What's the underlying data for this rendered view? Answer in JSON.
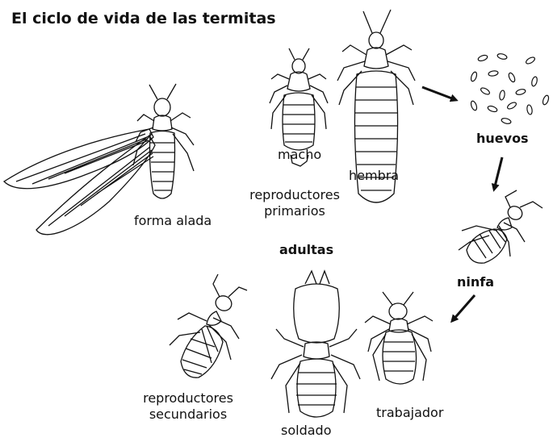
{
  "title": "El ciclo de vida de las termitas",
  "labels": {
    "winged": "forma alada",
    "male": "macho",
    "female": "hembra",
    "primary_reproductives_line1": "reproductores",
    "primary_reproductives_line2": "primarios",
    "eggs": "huevos",
    "nymph": "ninfa",
    "adults": "adultas",
    "worker": "trabajador",
    "soldier": "soldado",
    "secondary_reproductives_line1": "reproductores",
    "secondary_reproductives_line2": "secundarios"
  }
}
